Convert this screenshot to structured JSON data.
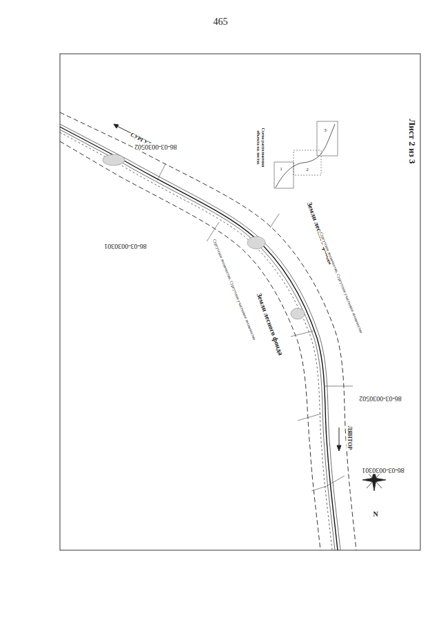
{
  "diagram": {
    "labels": [
      "465",
      "Лист 2 из 3",
      "Схема расположения объекта на листах",
      "1",
      "2",
      "3",
      "СУРГУТ",
      "86-03-0030502",
      "86-03-0030301",
      "Сургутское лесничество, Сургутское участковое лесничество",
      "Земли лесного фонда",
      "Земли лесного фонда",
      "Сургутское лесничество, Сургутское участковое лесничество",
      "86-03-0030502",
      "86-03-0030301",
      "ЛЯНТОР",
      "N"
    ]
  }
}
